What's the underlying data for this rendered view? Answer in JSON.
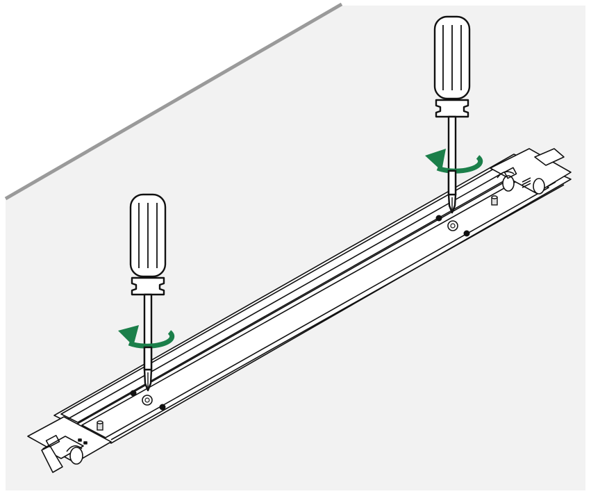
{
  "colors": {
    "background": "#ffffff",
    "ceiling": "#f2f2f2",
    "wall_line": "#9a9a9a",
    "outline": "#111111",
    "part_fill": "#ffffff",
    "arrow": "#1b7f4a"
  },
  "icons": {
    "screwdriver": "screwdriver-icon",
    "rotation_arrow": "counterclockwise-arrow-icon",
    "screw": "screw-icon",
    "mounting_hole": "mounting-hole-icon"
  },
  "illustration": {
    "subject": "channel",
    "screwdriver_count": 2,
    "rotation": "counterclockwise"
  }
}
